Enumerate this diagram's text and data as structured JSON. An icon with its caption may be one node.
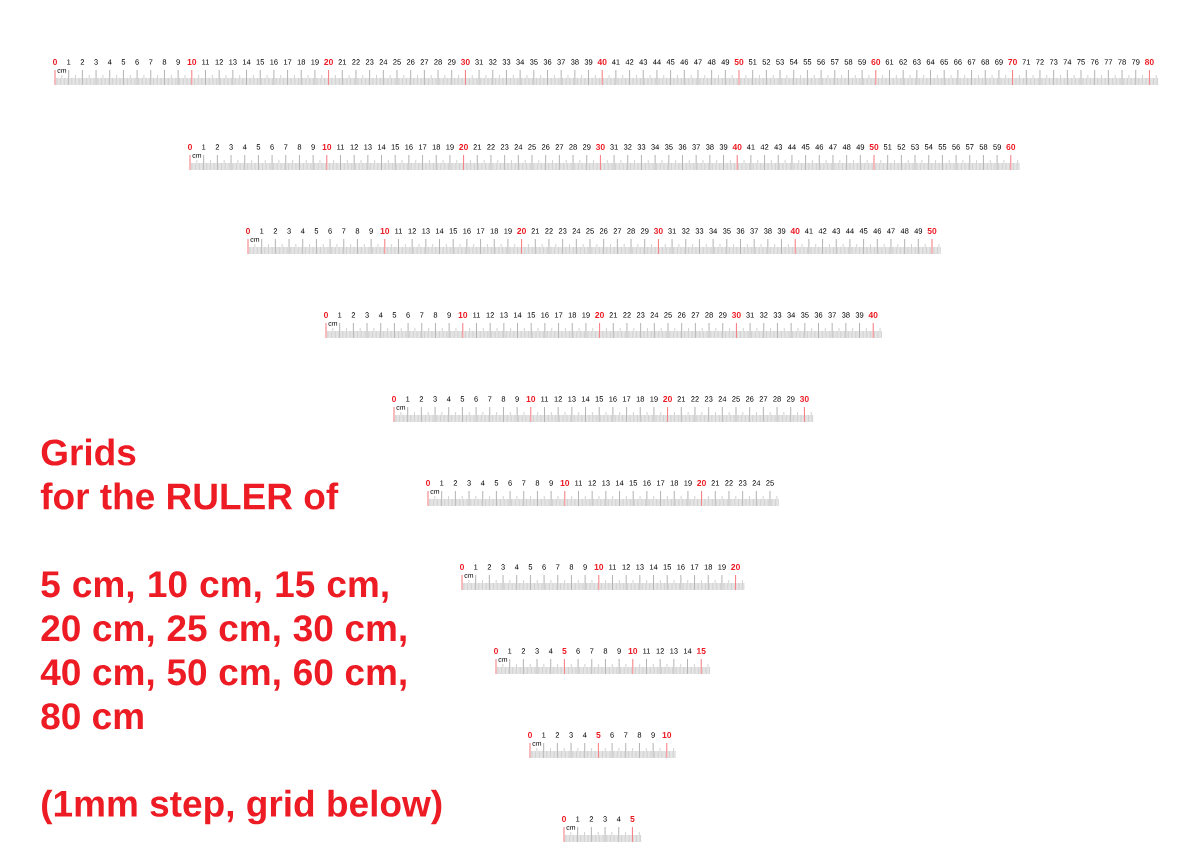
{
  "diagram": {
    "nodes": [
      {
        "text": [
          "0",
          "1",
          "2",
          "3",
          "4",
          "5",
          "6",
          "7",
          "8",
          "9",
          "10",
          "11",
          "12",
          "13",
          "14",
          "15",
          "16",
          "17",
          "18",
          "19",
          "20",
          "21",
          "22",
          "23",
          "24",
          "25",
          "26",
          "27",
          "28",
          "29",
          "30",
          "31",
          "32",
          "33",
          "34",
          "35",
          "36",
          "37",
          "38",
          "39",
          "40",
          "41",
          "42",
          "43",
          "44",
          "45",
          "46",
          "47",
          "48",
          "49",
          "50",
          "51",
          "52",
          "53",
          "54",
          "55",
          "56",
          "57",
          "58",
          "59",
          "60",
          "61",
          "62",
          "63",
          "64",
          "65",
          "66",
          "67",
          "68",
          "69",
          "70",
          "71",
          "72",
          "73",
          "74",
          "75",
          "76",
          "77",
          "78",
          "79",
          "80",
          "cm"
        ]
      },
      {
        "text": [
          "0",
          "1",
          "2",
          "3",
          "4",
          "5",
          "6",
          "7",
          "8",
          "9",
          "10",
          "11",
          "12",
          "13",
          "14",
          "15",
          "16",
          "17",
          "18",
          "19",
          "20",
          "21",
          "22",
          "23",
          "24",
          "25",
          "26",
          "27",
          "28",
          "29",
          "30",
          "31",
          "32",
          "33",
          "34",
          "35",
          "36",
          "37",
          "38",
          "39",
          "40",
          "41",
          "42",
          "43",
          "44",
          "45",
          "46",
          "47",
          "48",
          "49",
          "50",
          "51",
          "52",
          "53",
          "54",
          "55",
          "56",
          "57",
          "58",
          "59",
          "60",
          "cm"
        ]
      },
      {
        "text": [
          "0",
          "1",
          "2",
          "3",
          "4",
          "5",
          "6",
          "7",
          "8",
          "9",
          "10",
          "11",
          "12",
          "13",
          "14",
          "15",
          "16",
          "17",
          "18",
          "19",
          "20",
          "21",
          "22",
          "23",
          "24",
          "25",
          "26",
          "27",
          "28",
          "29",
          "30",
          "31",
          "32",
          "33",
          "34",
          "35",
          "36",
          "37",
          "38",
          "39",
          "40",
          "41",
          "42",
          "43",
          "44",
          "45",
          "46",
          "47",
          "48",
          "49",
          "50",
          "cm"
        ]
      },
      {
        "text": [
          "0",
          "1",
          "2",
          "3",
          "4",
          "5",
          "6",
          "7",
          "8",
          "9",
          "10",
          "11",
          "12",
          "13",
          "14",
          "15",
          "16",
          "17",
          "18",
          "19",
          "20",
          "21",
          "22",
          "23",
          "24",
          "25",
          "26",
          "27",
          "28",
          "29",
          "30",
          "31",
          "32",
          "33",
          "34",
          "35",
          "36",
          "37",
          "38",
          "39",
          "40",
          "cm"
        ]
      },
      {
        "text": [
          "0",
          "1",
          "2",
          "3",
          "4",
          "5",
          "6",
          "7",
          "8",
          "9",
          "10",
          "11",
          "12",
          "13",
          "14",
          "15",
          "16",
          "17",
          "18",
          "19",
          "20",
          "21",
          "22",
          "23",
          "24",
          "25",
          "26",
          "27",
          "28",
          "29",
          "30",
          "cm"
        ]
      },
      {
        "text": [
          "0",
          "1",
          "2",
          "3",
          "4",
          "5",
          "6",
          "7",
          "8",
          "9",
          "10",
          "11",
          "12",
          "13",
          "14",
          "15",
          "16",
          "17",
          "18",
          "19",
          "20",
          "21",
          "22",
          "23",
          "24",
          "25",
          "cm"
        ]
      },
      {
        "text": [
          "0",
          "1",
          "2",
          "3",
          "4",
          "5",
          "6",
          "7",
          "8",
          "9",
          "10",
          "11",
          "12",
          "13",
          "14",
          "15",
          "16",
          "17",
          "18",
          "19",
          "20",
          "cm"
        ]
      },
      {
        "text": [
          "0",
          "1",
          "2",
          "3",
          "4",
          "5",
          "6",
          "7",
          "8",
          "9",
          "10",
          "11",
          "12",
          "13",
          "14",
          "15",
          "cm"
        ]
      },
      {
        "text": [
          "0",
          "1",
          "2",
          "3",
          "4",
          "5",
          "6",
          "7",
          "8",
          "9",
          "10",
          "cm"
        ]
      },
      {
        "text": [
          "0",
          "1",
          "2",
          "3",
          "4",
          "5",
          "cm"
        ]
      }
    ],
    "labels": [
      "Grids",
      "for the RULER of",
      "5 cm, 10 cm, 15 cm, 20 cm, 25 cm, 30 cm, 40 cm, 50 cm, 60 cm, 80 cm",
      "(1mm step, grid below)"
    ]
  }
}
